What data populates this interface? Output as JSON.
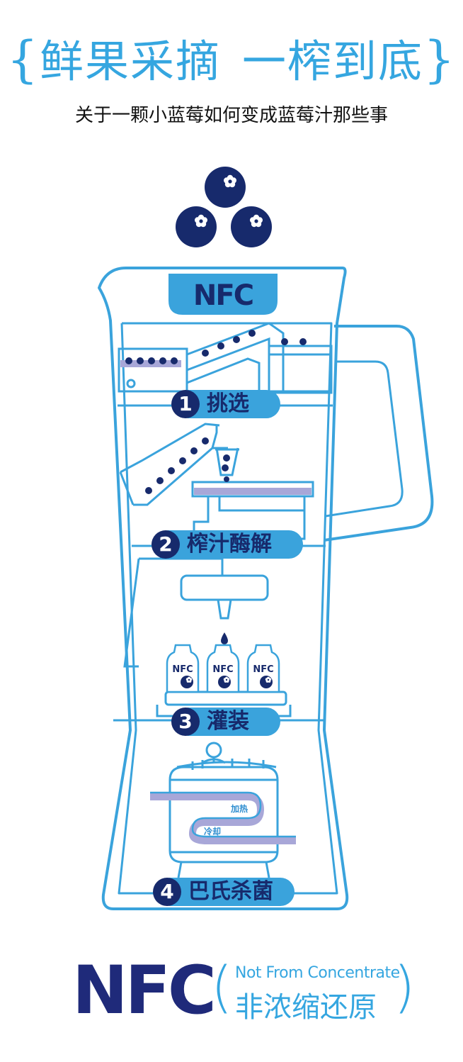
{
  "header": {
    "brace_open": "{",
    "title_part1": "鲜果采摘",
    "title_part2": "一榨到底",
    "brace_close": "}",
    "subtitle": "关于一颗小蓝莓如何变成蓝莓汁那些事"
  },
  "blender": {
    "badge": "NFC",
    "bottle_label": "NFC"
  },
  "steps": [
    {
      "number": "1",
      "label": "挑选"
    },
    {
      "number": "2",
      "label": "榨汁酶解"
    },
    {
      "number": "3",
      "label": "灌装"
    },
    {
      "number": "4",
      "label": "巴氏杀菌"
    }
  ],
  "pasteurize": {
    "heat_label": "加热",
    "cool_label": "冷却"
  },
  "footer": {
    "brand": "NFC",
    "paren_open": "(",
    "english": "Not From Concentrate",
    "chinese": "非浓缩还原",
    "paren_close": ")"
  },
  "colors": {
    "light_blue": "#3aa3dc",
    "dark_navy": "#172a6c",
    "lavender": "#a8a7d8"
  }
}
